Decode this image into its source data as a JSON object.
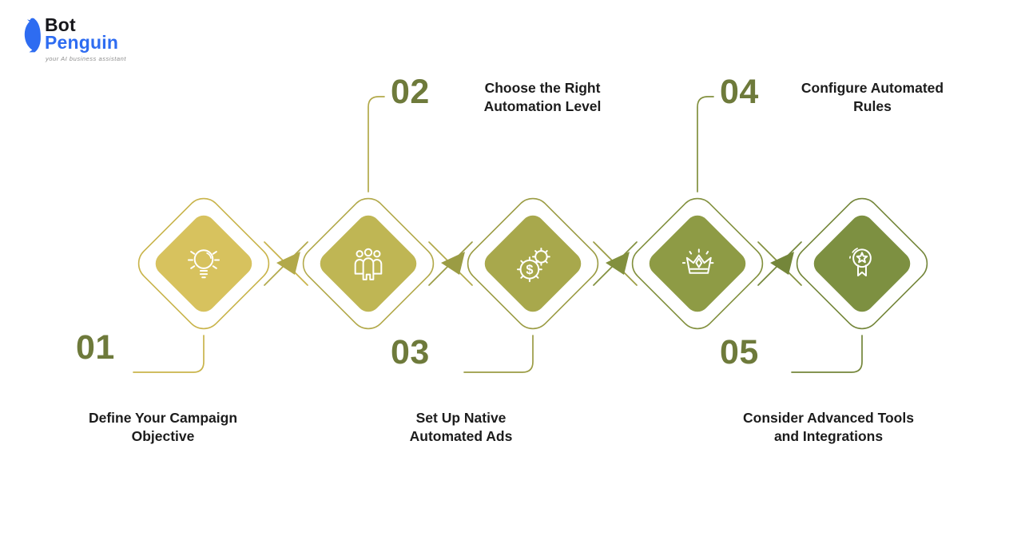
{
  "logo": {
    "name_top": "Bot",
    "name_bottom": "Penguin",
    "tagline": "your AI business assistant",
    "penguin_color": "#2e6cf1",
    "name_top_color": "#17171b",
    "name_bottom_color": "#2e6cf1",
    "tagline_color": "#8d8d8d"
  },
  "palette": {
    "background": "#ffffff",
    "number_color": "#6e7a3b",
    "label_color": "#1c1c1c",
    "icon_stroke": "#ffffff"
  },
  "steps": [
    {
      "number": "01",
      "label": "Define Your Campaign Objective",
      "icon": "lightbulb-icon",
      "fill": "#d7c25e",
      "line": "#c9b44b",
      "label_position": "bottom"
    },
    {
      "number": "02",
      "label": "Choose the Right Automation Level",
      "icon": "team-icon",
      "fill": "#bfb654",
      "line": "#b2a94a",
      "label_position": "top"
    },
    {
      "number": "03",
      "label": "Set Up Native Automated Ads",
      "icon": "gear-dollar-icon",
      "fill": "#a8a84c",
      "line": "#9b9c44",
      "label_position": "bottom"
    },
    {
      "number": "04",
      "label": "Configure Automated Rules",
      "icon": "crown-icon",
      "fill": "#8e9b45",
      "line": "#82903e",
      "label_position": "top"
    },
    {
      "number": "05",
      "label": "Consider Advanced Tools and Integrations",
      "icon": "award-icon",
      "fill": "#7d9041",
      "line": "#74863a",
      "label_position": "bottom"
    }
  ]
}
